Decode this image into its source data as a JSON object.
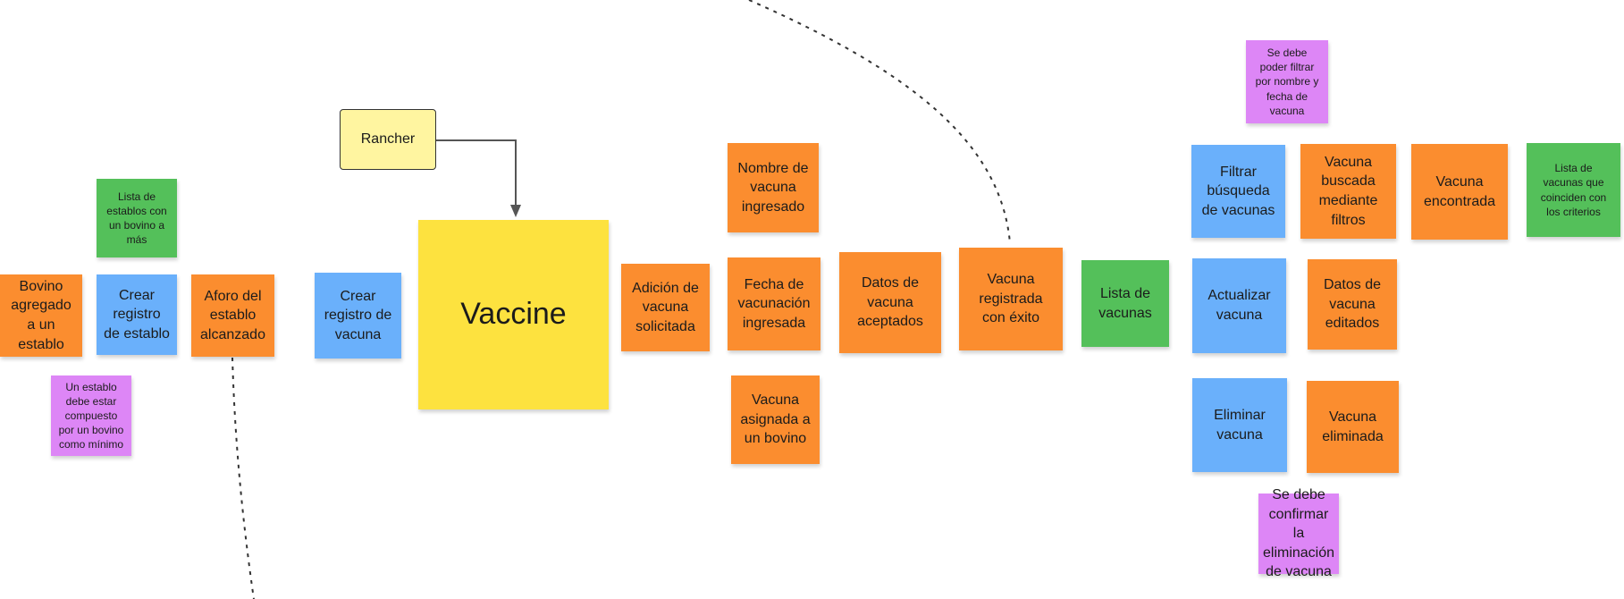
{
  "notes": {
    "bovino_agregado": "Bovino agregado a un establo",
    "lista_establos": "Lista de establos con un bovino a más",
    "crear_registro_establo": "Crear registro de establo",
    "aforo_establo": "Aforo del establo alcanzado",
    "regla_establo": "Un establo debe estar compuesto por un bovino como mínimo",
    "crear_registro_vacuna": "Crear registro de vacuna",
    "rancher": "Rancher",
    "vaccine": "Vaccine",
    "adicion_vacuna": "Adición de vacuna solicitada",
    "nombre_vacuna": "Nombre de vacuna ingresado",
    "fecha_vacunacion": "Fecha de vacunación ingresada",
    "vacuna_asignada": "Vacuna asignada a un bovino",
    "datos_aceptados": "Datos de vacuna aceptados",
    "vacuna_registrada": "Vacuna registrada con éxito",
    "lista_vacunas": "Lista de vacunas",
    "regla_filtrar": "Se debe poder filtrar por nombre y fecha de vacuna",
    "filtrar_busqueda": "Filtrar búsqueda de vacunas",
    "vacuna_buscada": "Vacuna buscada mediante filtros",
    "vacuna_encontrada": "Vacuna encontrada",
    "lista_coinciden": "Lista de vacunas que coinciden con los criterios",
    "actualizar_vacuna": "Actualizar vacuna",
    "datos_editados": "Datos de vacuna editados",
    "eliminar_vacuna": "Eliminar vacuna",
    "vacuna_eliminada": "Vacuna eliminada",
    "regla_eliminar": "Se debe confirmar la eliminación de vacuna"
  },
  "colors": {
    "domain_event": "#fb8d2f",
    "command": "#6ab0fb",
    "read_model": "#54c05a",
    "policy": "#dd86f6",
    "aggregate": "#fde23f",
    "actor": "#fff5a0"
  },
  "icons": {
    "connector": "arrow-down-icon"
  }
}
